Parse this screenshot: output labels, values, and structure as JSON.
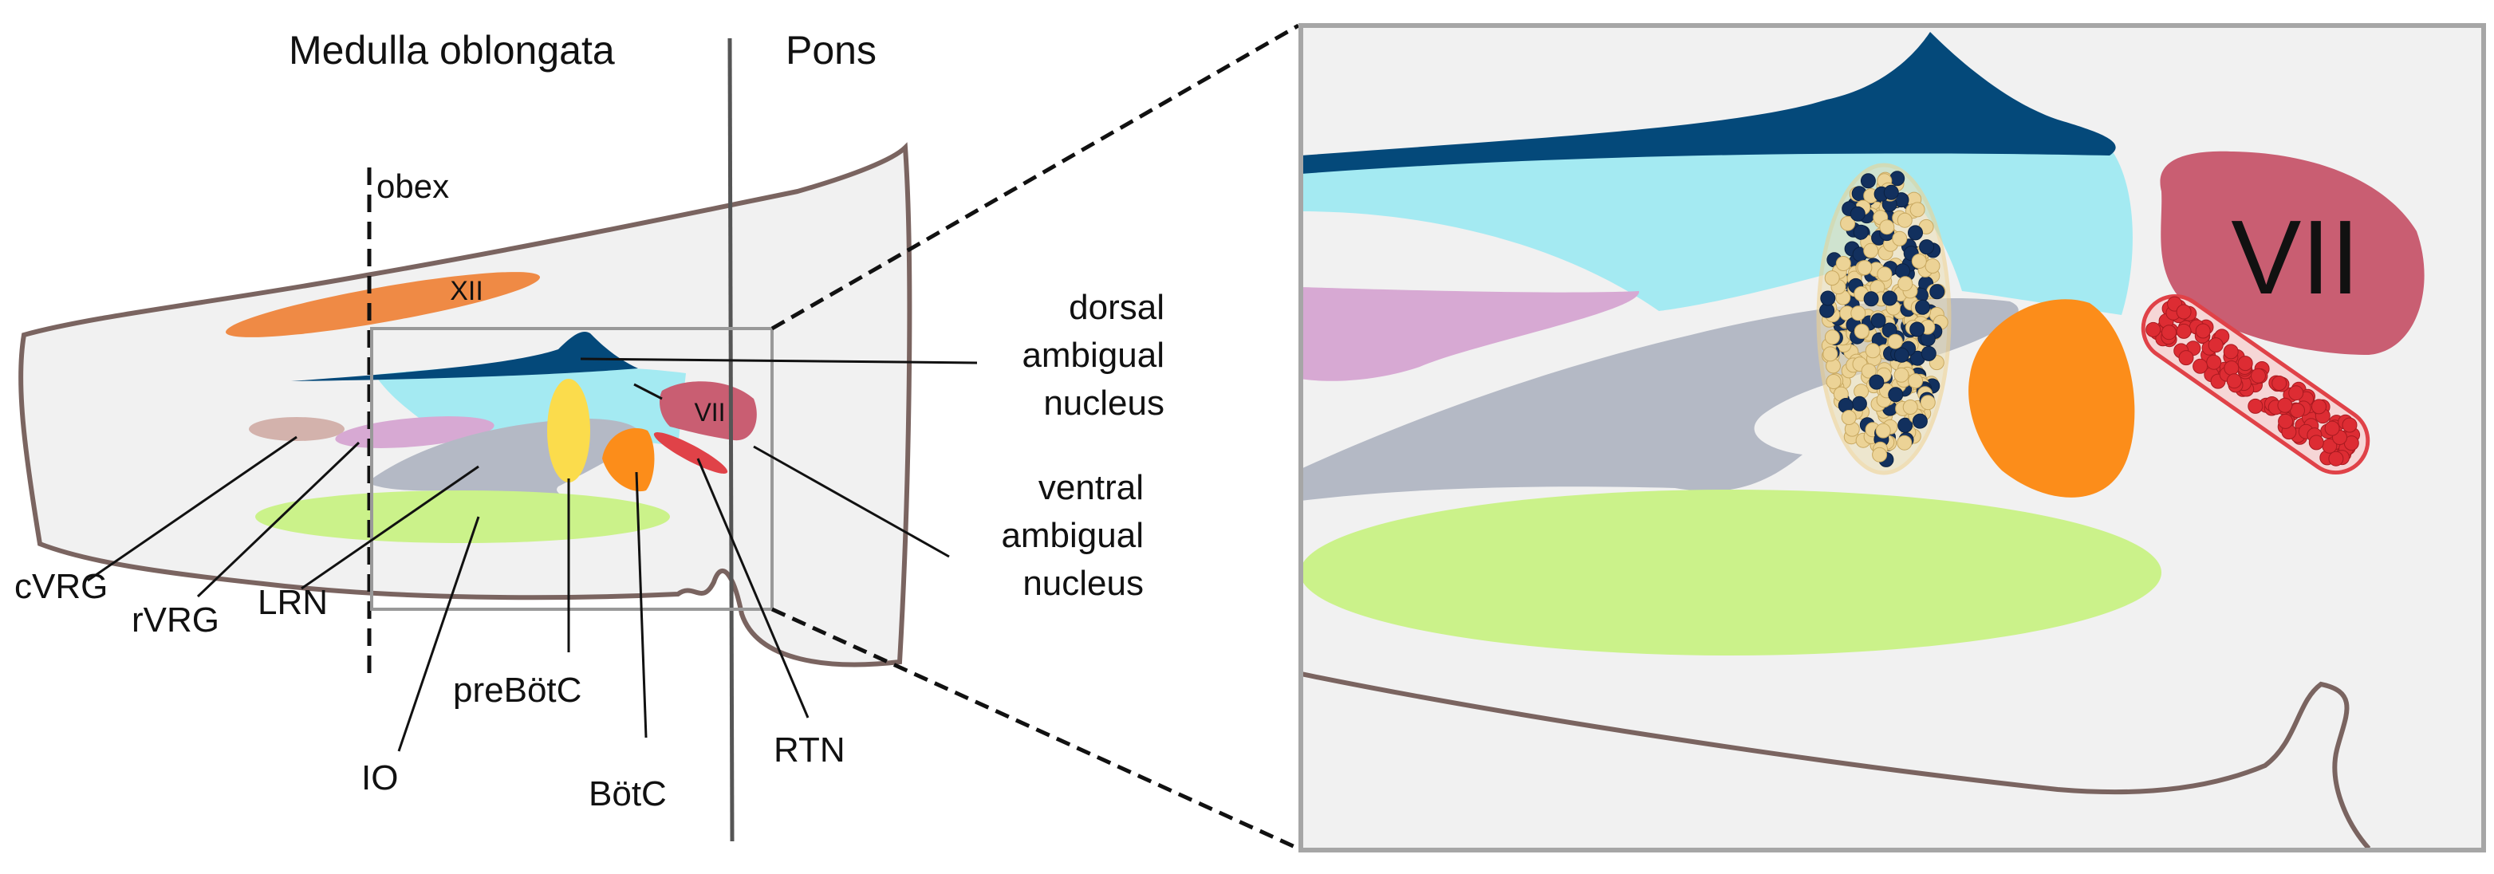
{
  "regions": {
    "medulla": "Medulla oblongata",
    "pons": "Pons"
  },
  "labels": {
    "obex": "obex",
    "xii": "XII",
    "vii_small": "VII",
    "vii_large": "VII",
    "dorsal_ambigual": [
      "dorsal",
      "ambigual",
      "nucleus"
    ],
    "ventral_ambigual": [
      "ventral",
      "ambigual",
      "nucleus"
    ],
    "cvrg": "cVRG",
    "rvrg": "rVRG",
    "lrn": "LRN",
    "io": "IO",
    "prebotc": "preBötC",
    "botc": "BötC",
    "rtn": "RTN"
  },
  "colors": {
    "outline": "#7a6460",
    "xii": "#ef8a45",
    "dorsal_ambigual": "#04497a",
    "cyan_region": "#a4eaf2",
    "cvrg": "#d3b2ac",
    "rvrg": "#d7a9d3",
    "lrn": "#b4b9c5",
    "io": "#cbf28a",
    "prebotc": "#fbdc4c",
    "botc": "#fc8d1a",
    "vii": "#c95e72",
    "rtn": "#e04248",
    "rtn_cells": "#dd2c33",
    "prebotc_cells_light": "#ecd396",
    "prebotc_cells_dark": "#12305e",
    "inset_bg": "#f1f1f1",
    "inset_frame": "#a6a6a6"
  }
}
